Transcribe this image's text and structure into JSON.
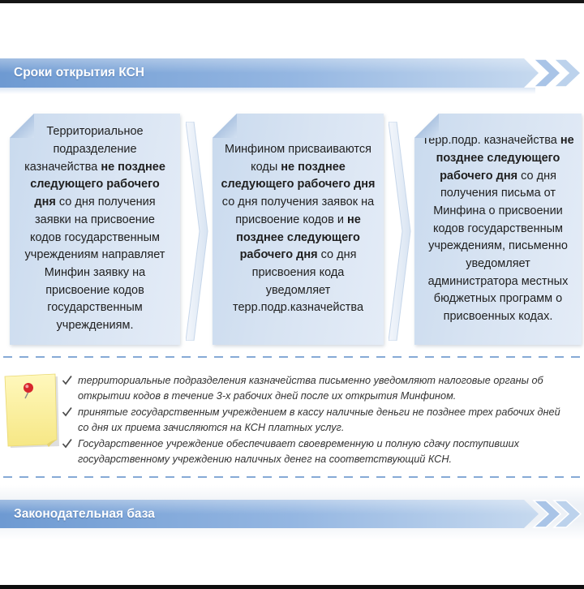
{
  "header": {
    "title": "Сроки открытия КСН"
  },
  "steps": [
    {
      "lines": [
        [
          "Территориальное"
        ],
        [
          "подразделение"
        ],
        [
          "казначейства ",
          "не позднее"
        ],
        [
          "следующего рабочего"
        ],
        [
          "дня",
          " со дня получения"
        ],
        [
          "заявки на присвоение"
        ],
        [
          "кодов государственным"
        ],
        [
          "учреждениям направляет"
        ],
        [
          "Минфин заявку на"
        ],
        [
          "присвоение кодов"
        ],
        [
          "государственным"
        ],
        [
          "учреждениям."
        ]
      ]
    },
    {
      "lines": [
        [
          "Минфином присваиваются"
        ],
        [
          "коды ",
          "не позднее"
        ],
        [
          "следующего рабочего дня"
        ],
        [
          "со дня получения заявок на"
        ],
        [
          "присвоение кодов и ",
          "не"
        ],
        [
          "позднее следующего"
        ],
        [
          "рабочего дня",
          " со дня"
        ],
        [
          "присвоения кода"
        ],
        [
          "уведомляет"
        ],
        [
          "терр.подр.казначейства"
        ]
      ]
    },
    {
      "lines": [
        [
          "Терр.подр. казначейства ",
          "не"
        ],
        [
          "позднее следующего"
        ],
        [
          "рабочего дня",
          " со дня"
        ],
        [
          "получения письма от"
        ],
        [
          "Минфина о присвоении"
        ],
        [
          "кодов государственным"
        ],
        [
          "учреждениям, письменно"
        ],
        [
          "уведомляет"
        ],
        [
          "администратора местных"
        ],
        [
          "бюджетных программ о"
        ],
        [
          "присвоенных кодах."
        ]
      ]
    }
  ],
  "notes": [
    [
      "территориальные подразделения казначейства письменно уведомляют налоговые органы об",
      "открытии кодов в течение 3-х рабочих дней после их открытия Минфином."
    ],
    [
      "принятые государственным учреждением в кассу наличные деньги не позднее трех рабочих дней",
      "со дня их приема зачисляются на КСН платных услуг."
    ],
    [
      "Государственное учреждение обеспечивает своевременную и полную сдачу поступивших",
      "государственному учреждению наличных денег на соответствующий КСН."
    ]
  ],
  "footer": {
    "title": "Законодательная база"
  },
  "colors": {
    "header_bar": "#6e9ad2",
    "card_fill": "#d4e1f1",
    "dash_line": "#86aad6",
    "sticky_note": "#fbf3a1",
    "pushpin": "#d7262d",
    "text": "#1f1f1f"
  },
  "icons": {
    "header_chevrons": "chevron-right-icon",
    "flow_arrow": "chevron-right-icon",
    "note": "sticky-note-icon",
    "pin": "pushpin-icon",
    "bullet": "check-icon"
  }
}
